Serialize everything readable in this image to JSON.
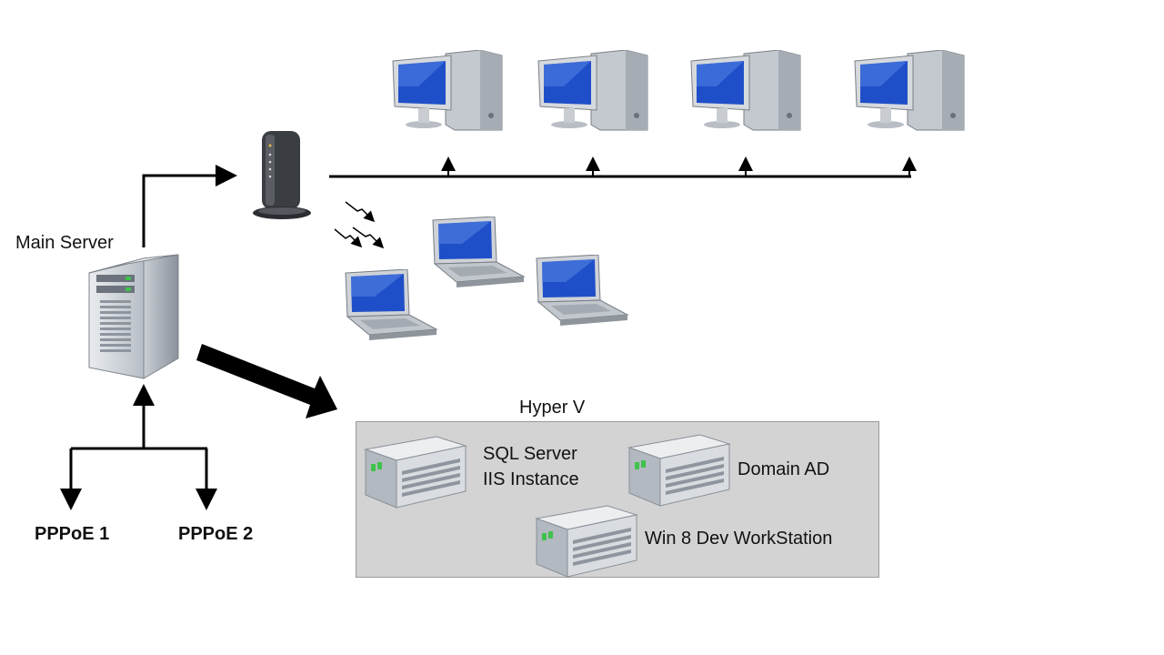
{
  "labels": {
    "main_server": "Main Server",
    "pppoe1": "PPPoE 1",
    "pppoe2": "PPPoE 2",
    "hyperv": "Hyper V",
    "vm_sql_line1": "SQL Server",
    "vm_sql_line2": "IIS Instance",
    "vm_domain": "Domain AD",
    "vm_win8": "Win 8 Dev WorkStation"
  },
  "icons": {
    "server": "tower-server-icon",
    "router": "wireless-router-icon",
    "desktop": "desktop-computer-icon",
    "laptop": "laptop-icon",
    "vm": "virtual-server-icon"
  },
  "colors": {
    "line": "#000000",
    "screen": "#1f4fc8",
    "hyperv_bg": "#d3d3d3"
  }
}
